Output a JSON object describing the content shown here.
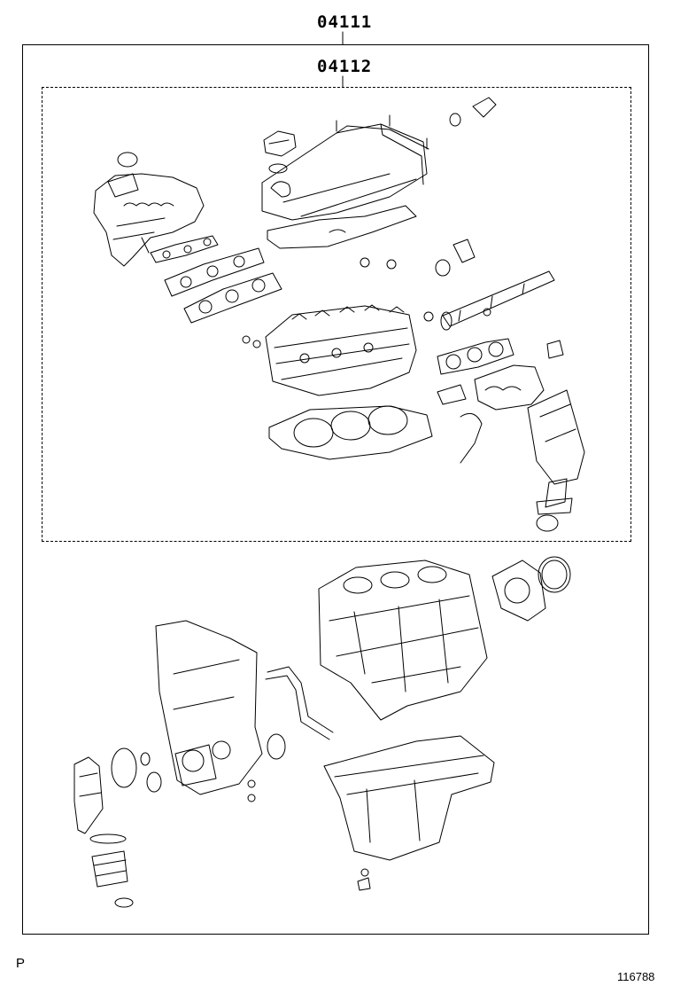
{
  "callouts": {
    "outer_kit_code": "04111",
    "inner_kit_code": "04112"
  },
  "footer": {
    "corner_code": "P",
    "figure_number": "116788"
  },
  "icons": [
    "leader-line",
    "engine-part-sketch"
  ]
}
